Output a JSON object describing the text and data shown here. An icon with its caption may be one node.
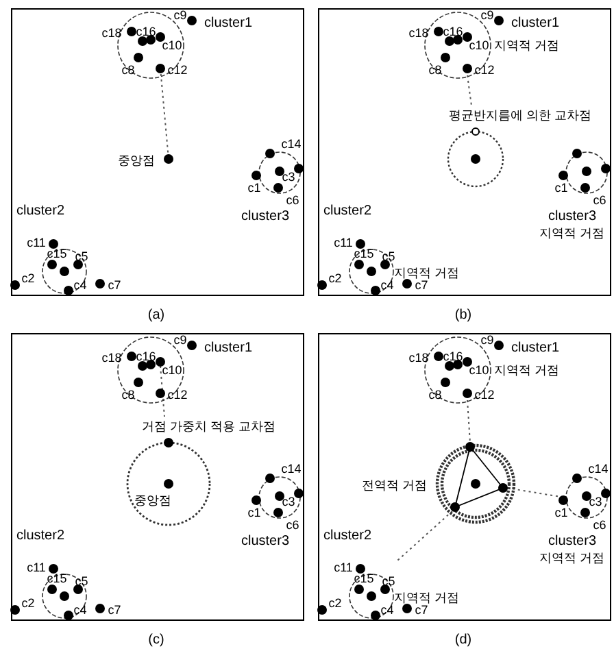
{
  "diagram": {
    "nodes": [
      {
        "text": [
          "(a)"
        ]
      },
      {
        "text": [
          "(b)"
        ]
      },
      {
        "text": [
          "(c)"
        ]
      },
      {
        "text": [
          "(d)"
        ]
      }
    ],
    "labels": [
      "c9",
      "cluster1",
      "c18",
      "c16",
      "c10",
      "c8",
      "c12",
      "중앙점",
      "c14",
      "c3",
      "c1",
      "c6",
      "cluster2",
      "cluster3",
      "c11",
      "c15",
      "c5",
      "c2",
      "c4",
      "c7",
      "c9",
      "cluster1",
      "c18",
      "c16",
      "c10",
      "지역적 거점",
      "c8",
      "c12",
      "평균반지름에 의한 교차점",
      "c1",
      "c6",
      "cluster2",
      "cluster3",
      "지역적 거점",
      "c11",
      "c15",
      "c5",
      "지역적 거점",
      "c2",
      "c4",
      "c7",
      "c9",
      "cluster1",
      "c18",
      "c16",
      "c10",
      "c8",
      "c12",
      "거점 가중치 적용 교차점",
      "중앙점",
      "c14",
      "c3",
      "c1",
      "c6",
      "cluster2",
      "cluster3",
      "c11",
      "c15",
      "c5",
      "c2",
      "c4",
      "c7",
      "cluster1",
      "c18",
      "c16",
      "c9",
      "c10",
      "지역적 거점",
      "c8",
      "c12",
      "전역적 거점",
      "c14",
      "c3",
      "c1",
      "c6",
      "cluster2",
      "cluster3",
      "지역적 거점",
      "c11",
      "c15",
      "c5",
      "지역적 거점",
      "c2",
      "c4",
      "c7"
    ]
  }
}
